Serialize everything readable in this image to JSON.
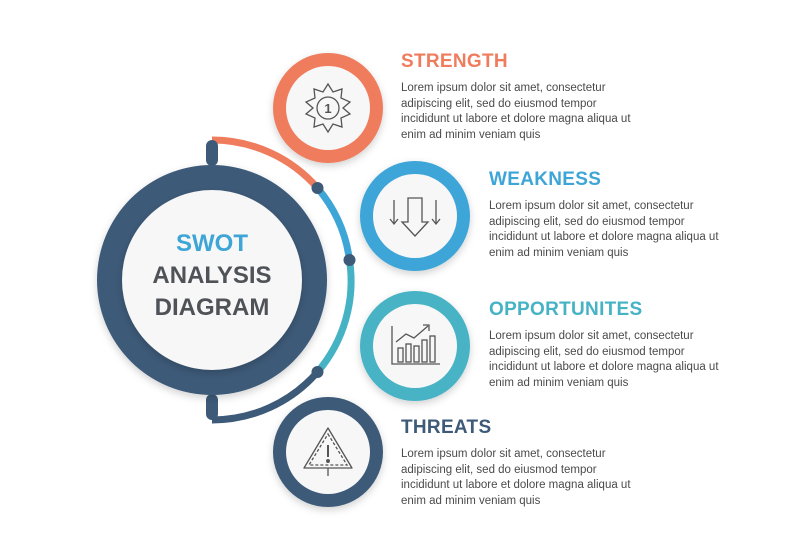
{
  "diagram": {
    "center": {
      "line1": "SWOT",
      "line2": "ANALYSIS",
      "line3": "DIAGRAM",
      "accent_color": "#3ea5d7",
      "text_color": "#4f5358",
      "ring_color": "#3d5a78"
    },
    "items": [
      {
        "key": "strength",
        "title": "STRENGTH",
        "color": "#ef7c5d",
        "icon": "medal-icon",
        "icon_text": "1",
        "body": [
          "Lorem ipsum dolor sit amet, consectetur",
          "adipiscing elit, sed do eiusmod tempor",
          "incididunt ut labore et dolore magna aliqua ut",
          "enim ad minim veniam quis"
        ]
      },
      {
        "key": "weakness",
        "title": "WEAKNESS",
        "color": "#3ea5d7",
        "icon": "down-arrows-icon",
        "body": [
          "Lorem ipsum dolor sit amet, consectetur",
          "adipiscing elit, sed do eiusmod tempor",
          "incididunt ut labore et dolore magna aliqua ut",
          "enim ad minim veniam quis"
        ]
      },
      {
        "key": "opportunities",
        "title": "OPPORTUNITES",
        "color": "#46b3c5",
        "icon": "growth-chart-icon",
        "body": [
          "Lorem ipsum dolor sit amet, consectetur",
          "adipiscing elit, sed do eiusmod tempor",
          "incididunt ut labore et dolore magna aliqua ut",
          "enim ad minim veniam quis"
        ]
      },
      {
        "key": "threats",
        "title": "THREATS",
        "color": "#3d5a78",
        "icon": "warning-icon",
        "icon_text": "!",
        "body": [
          "Lorem ipsum dolor sit amet, consectetur",
          "adipiscing elit, sed do eiusmod tempor",
          "incididunt ut labore et dolore magna aliqua ut",
          "enim ad minim veniam quis"
        ]
      }
    ]
  }
}
